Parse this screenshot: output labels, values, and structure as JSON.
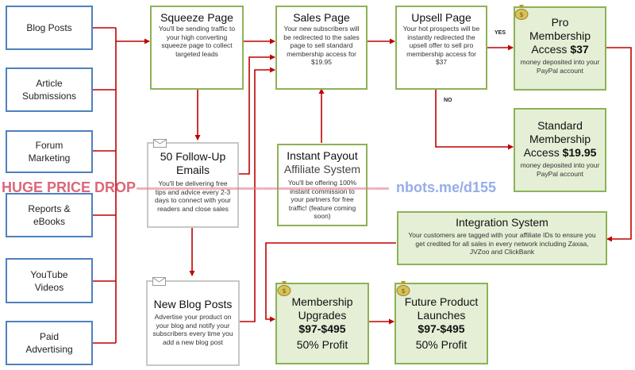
{
  "sources": [
    {
      "label": "Blog Posts"
    },
    {
      "label": "Article Submissions"
    },
    {
      "label": "Forum Marketing"
    },
    {
      "label": "Reports & eBooks"
    },
    {
      "label": "YouTube Videos"
    },
    {
      "label": "Paid Advertising"
    }
  ],
  "squeeze": {
    "title": "Squeeze Page",
    "desc": "You'll be sending traffic to your high converting squeeze page to collect targeted leads"
  },
  "sales": {
    "title": "Sales Page",
    "desc": "Your new subscribers will be redirected to the sales page to sell standard membership access for $19.95"
  },
  "upsell": {
    "title": "Upsell Page",
    "desc": "Your hot prospects will be instantly redirected the upsell offer to sell pro membership access for $37"
  },
  "pro": {
    "line1": "Pro",
    "line2": "Membership",
    "access": "Access",
    "price": "$37",
    "note": "money deposited into your PayPal account"
  },
  "standard": {
    "line1": "Standard",
    "line2": "Membership",
    "access": "Access",
    "price": "$19.95",
    "note": "money deposited into your PayPal account"
  },
  "followup": {
    "title1": "50 Follow-Up",
    "title2": "Emails",
    "desc": "You'll be delivering free tips and advice every 2-3 days to connect with your readers and close sales"
  },
  "payout": {
    "title1": "Instant Payout",
    "title2": "Affiliate System",
    "desc": "You'll be offering 100% instant commission to your partners for free traffic! (feature coming soon)"
  },
  "integration": {
    "title": "Integration System",
    "desc": "Your customers are tagged with your affiliate IDs to ensure you get credited for all sales in every network including Zaxaa, JVZoo and ClickBank"
  },
  "blog": {
    "title": "New Blog Posts",
    "desc": "Advertise your product on your blog and notify your subscribers every time you add a new blog post"
  },
  "upgrades": {
    "line1": "Membership",
    "line2": "Upgrades",
    "price": "$97-$495",
    "profit": "50% Profit"
  },
  "launches": {
    "line1": "Future Product",
    "line2": "Launches",
    "price": "$97-$495",
    "profit": "50% Profit"
  },
  "labels": {
    "yes": "YES",
    "no": "NO"
  },
  "watermark": {
    "left": "HUGE PRICE DROP",
    "right": "nbots.me/d155"
  },
  "colors": {
    "arrow": "#c00000",
    "source_border": "#4f81bd",
    "green_border": "#8db255",
    "green_fill": "#e4efd6"
  }
}
